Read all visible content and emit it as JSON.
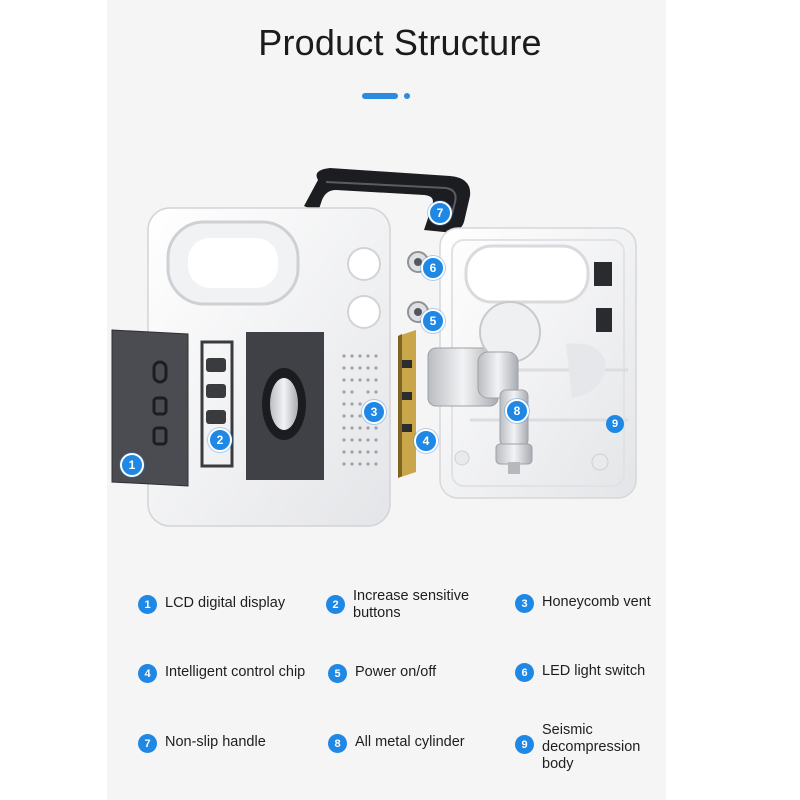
{
  "header": {
    "title": "Product Structure"
  },
  "colors": {
    "accent": "#1f88e5",
    "panel_bg": "#f5f5f6"
  },
  "callouts": [
    {
      "num": "1"
    },
    {
      "num": "2"
    },
    {
      "num": "3"
    },
    {
      "num": "4"
    },
    {
      "num": "5"
    },
    {
      "num": "6"
    },
    {
      "num": "7"
    },
    {
      "num": "8"
    },
    {
      "num": "9"
    }
  ],
  "legend": [
    {
      "num": "1",
      "label": "LCD digital display"
    },
    {
      "num": "2",
      "label": "Increase sensitive buttons"
    },
    {
      "num": "3",
      "label": "Honeycomb vent"
    },
    {
      "num": "4",
      "label": "Intelligent control chip"
    },
    {
      "num": "5",
      "label": "Power on/off"
    },
    {
      "num": "6",
      "label": "LED light switch"
    },
    {
      "num": "7",
      "label": "Non-slip handle"
    },
    {
      "num": "8",
      "label": "All metal cylinder"
    },
    {
      "num": "9",
      "label": "Seismic decompression body"
    }
  ]
}
